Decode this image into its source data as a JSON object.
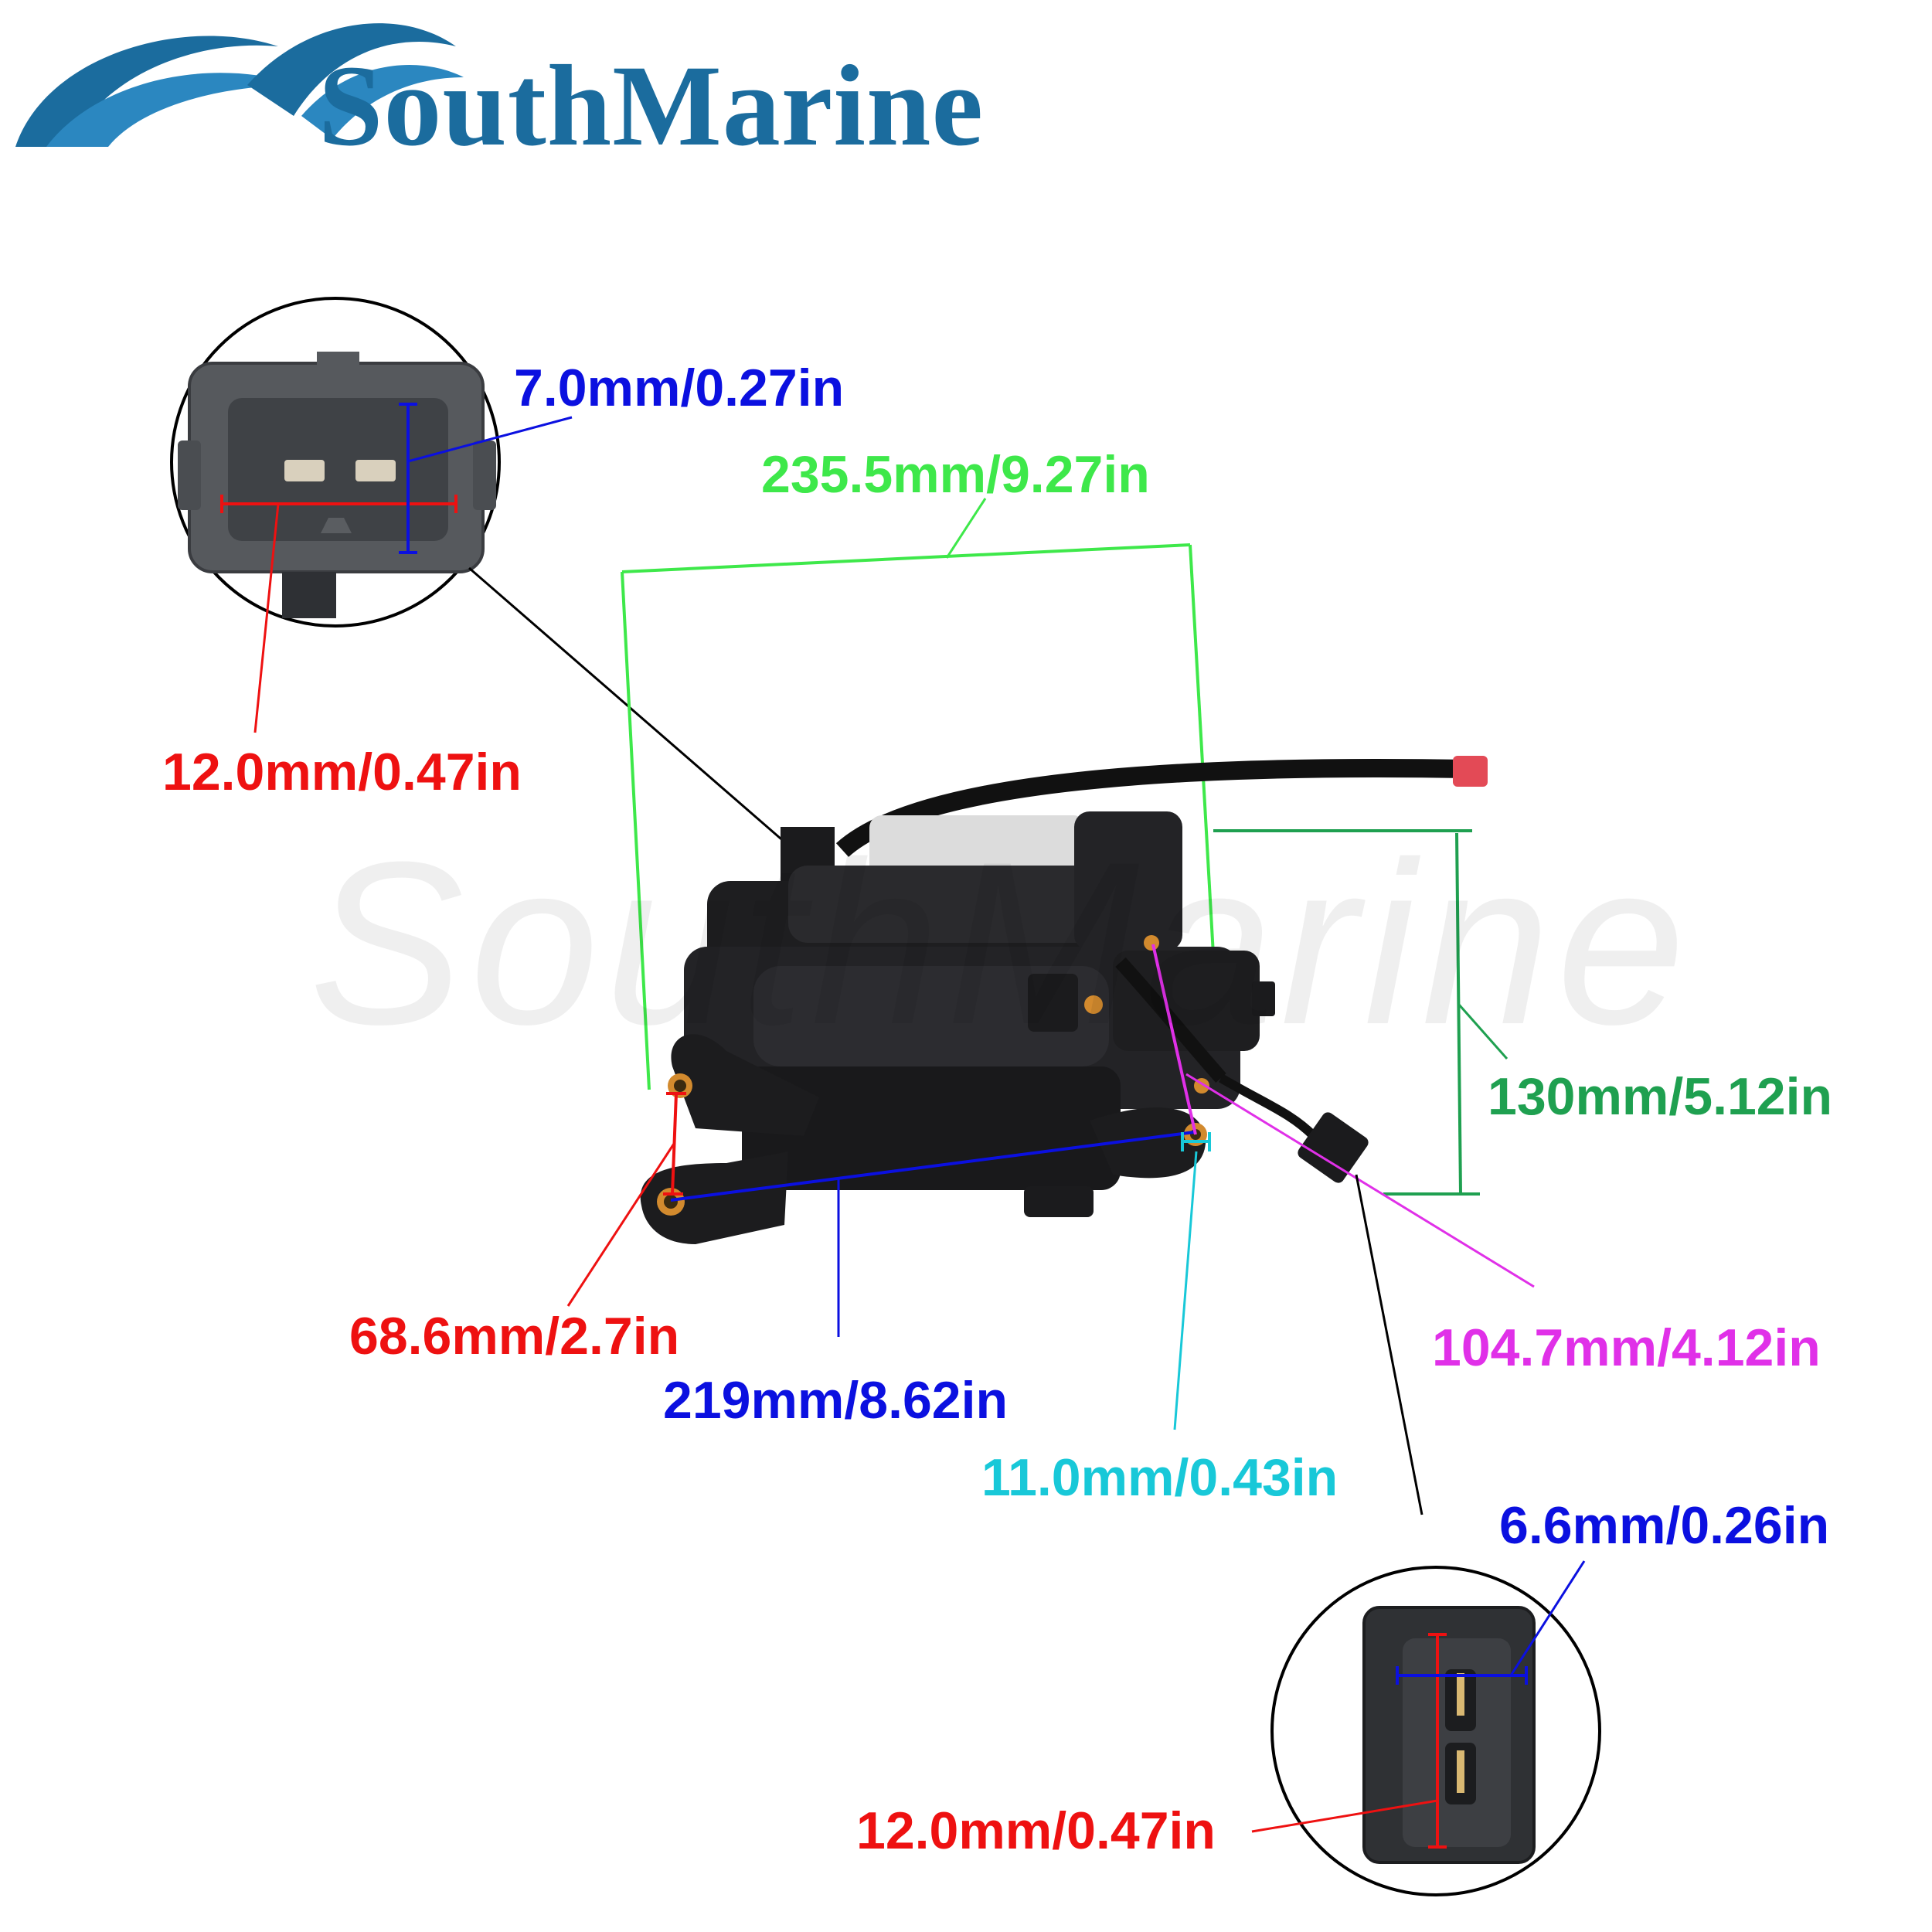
{
  "brand": {
    "name": "SouthMarine",
    "watermark": "SouthMarine",
    "color": "#1b6c9e"
  },
  "dimensions": {
    "connector1_width": {
      "label": "7.0mm/0.27in",
      "color": "#0b10e0"
    },
    "connector1_height": {
      "label": "12.0mm/0.47in",
      "color": "#ee1111"
    },
    "overall_length": {
      "label": "235.5mm/9.27in",
      "color": "#3ee84a"
    },
    "height": {
      "label": "130mm/5.12in",
      "color": "#1fa050"
    },
    "mount_spacing_short": {
      "label": "68.6mm/2.7in",
      "color": "#ee1111"
    },
    "mount_spacing_long": {
      "label": "219mm/8.62in",
      "color": "#0b10e0"
    },
    "mount_hole": {
      "label": "11.0mm/0.43in",
      "color": "#18c8d8"
    },
    "diagonal": {
      "label": "104.7mm/4.12in",
      "color": "#e030e8"
    },
    "connector2_width": {
      "label": "6.6mm/0.26in",
      "color": "#0b10e0"
    },
    "connector2_height": {
      "label": "12.0mm/0.47in",
      "color": "#ee1111"
    }
  },
  "icons": [
    "wave-logo-icon"
  ]
}
